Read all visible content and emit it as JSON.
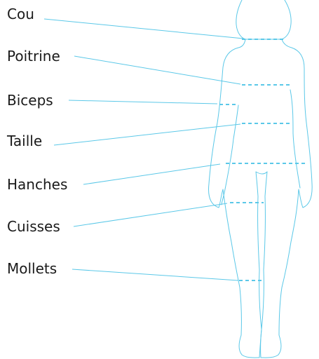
{
  "colors": {
    "accent": "#5bc8e8",
    "label_text": "#1a1a1a",
    "background": "#ffffff"
  },
  "measurements": [
    {
      "id": "neck",
      "label": "Cou"
    },
    {
      "id": "chest",
      "label": "Poitrine"
    },
    {
      "id": "biceps",
      "label": "Biceps"
    },
    {
      "id": "waist",
      "label": "Taille"
    },
    {
      "id": "hips",
      "label": "Hanches"
    },
    {
      "id": "thighs",
      "label": "Cuisses"
    },
    {
      "id": "calves",
      "label": "Mollets"
    }
  ]
}
